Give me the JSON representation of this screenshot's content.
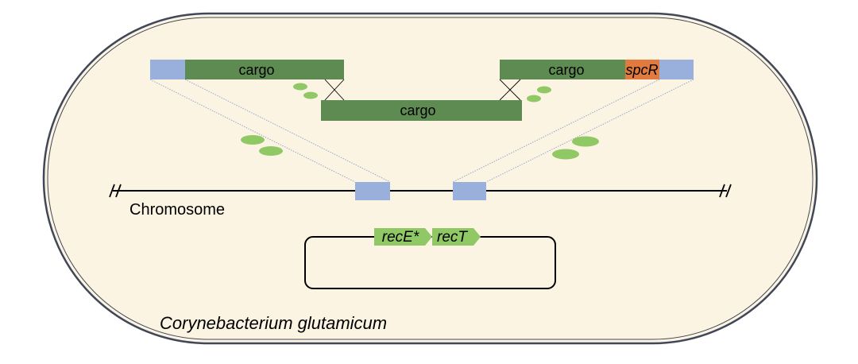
{
  "labels": {
    "cargo_left": "cargo",
    "cargo_right": "cargo",
    "cargo_center": "cargo",
    "marker": "spcR",
    "chromosome": "Chromosome",
    "gene_rec_e": "recE*",
    "gene_rec_t": "recT",
    "organism": "Corynebacterium glutamicum"
  },
  "colors": {
    "cell_fill": "#fbf4e2",
    "cell_stroke": "#404759",
    "homology_arm": "#9ab0dc",
    "cargo": "#5e8b52",
    "marker": "#e07a3e",
    "protein": "#8fc864",
    "gene_arrow": "#8fc864",
    "line": "#000000",
    "guide_line": "#8e9fc8"
  }
}
